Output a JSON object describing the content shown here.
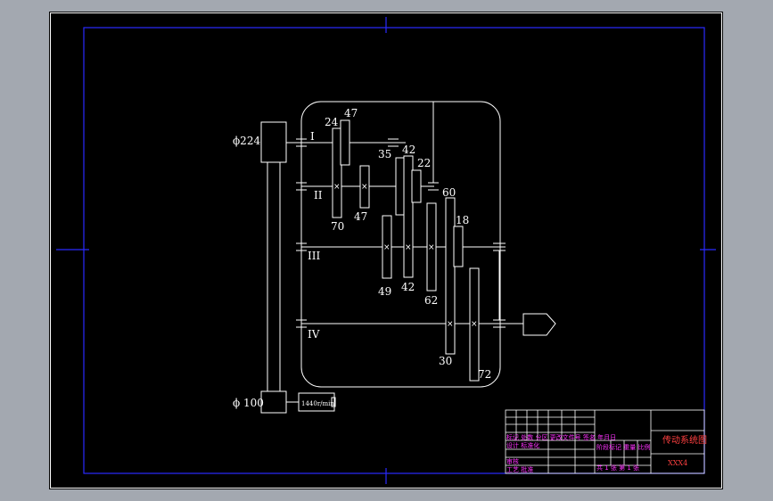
{
  "diagram": {
    "gears": [
      {
        "teeth": "24"
      },
      {
        "teeth": "47"
      },
      {
        "teeth": "70"
      },
      {
        "teeth": "47"
      },
      {
        "teeth": "35"
      },
      {
        "teeth": "42"
      },
      {
        "teeth": "22"
      },
      {
        "teeth": "49"
      },
      {
        "teeth": "42"
      },
      {
        "teeth": "60"
      },
      {
        "teeth": "62"
      },
      {
        "teeth": "18"
      },
      {
        "teeth": "30"
      },
      {
        "teeth": "72"
      }
    ],
    "shafts": {
      "s1": "I",
      "s2": "II",
      "s3": "III",
      "s4": "IV"
    },
    "pulley_top": "ϕ224",
    "pulley_bottom": "ϕ 100",
    "motor_label": "1440r/min"
  },
  "title_block": {
    "drawing_title": "传动系统图",
    "scale_code": "XXX4",
    "row_a": "标记 处数 分区 更改文件号 签名 年月日",
    "row_b": "设计 标准化",
    "row_c": "审核",
    "row_d": "工艺 批准",
    "col_heads": "阶段标记 重量 比例",
    "sheet_info": "共 1 张 第 1 张"
  },
  "colors": {
    "background": "#000000",
    "lines": "#ffffff",
    "frame": "#2a2aff",
    "table_text": "#ff33ff",
    "title_text": "#ff4040"
  }
}
